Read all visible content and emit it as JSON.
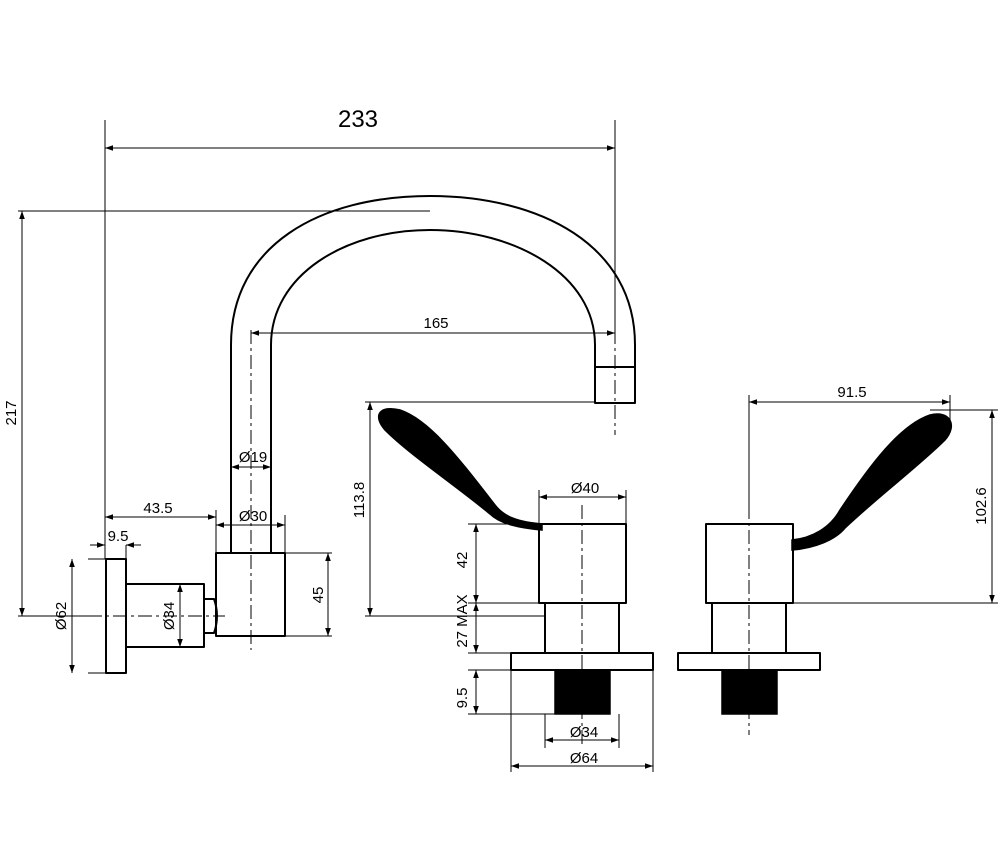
{
  "dimensions": {
    "overall_width": "233",
    "overall_height": "217",
    "spout_reach": "165",
    "spout_diameter": "Ø19",
    "spout_base_diameter": "Ø30",
    "wall_offset": "43.5",
    "flange_thickness": "9.5",
    "flange_diameter": "Ø62",
    "body_diameter": "Ø34",
    "base_height": "45",
    "left_handle_height": "113.8",
    "handle_body_height": "42",
    "deck_max": "27 MAX",
    "deck_plate": "9.5",
    "handle_diameter": "Ø40",
    "shank_diameter": "Ø34",
    "plate_diameter": "Ø64",
    "handle_reach": "91.5",
    "right_handle_height": "102.6"
  }
}
